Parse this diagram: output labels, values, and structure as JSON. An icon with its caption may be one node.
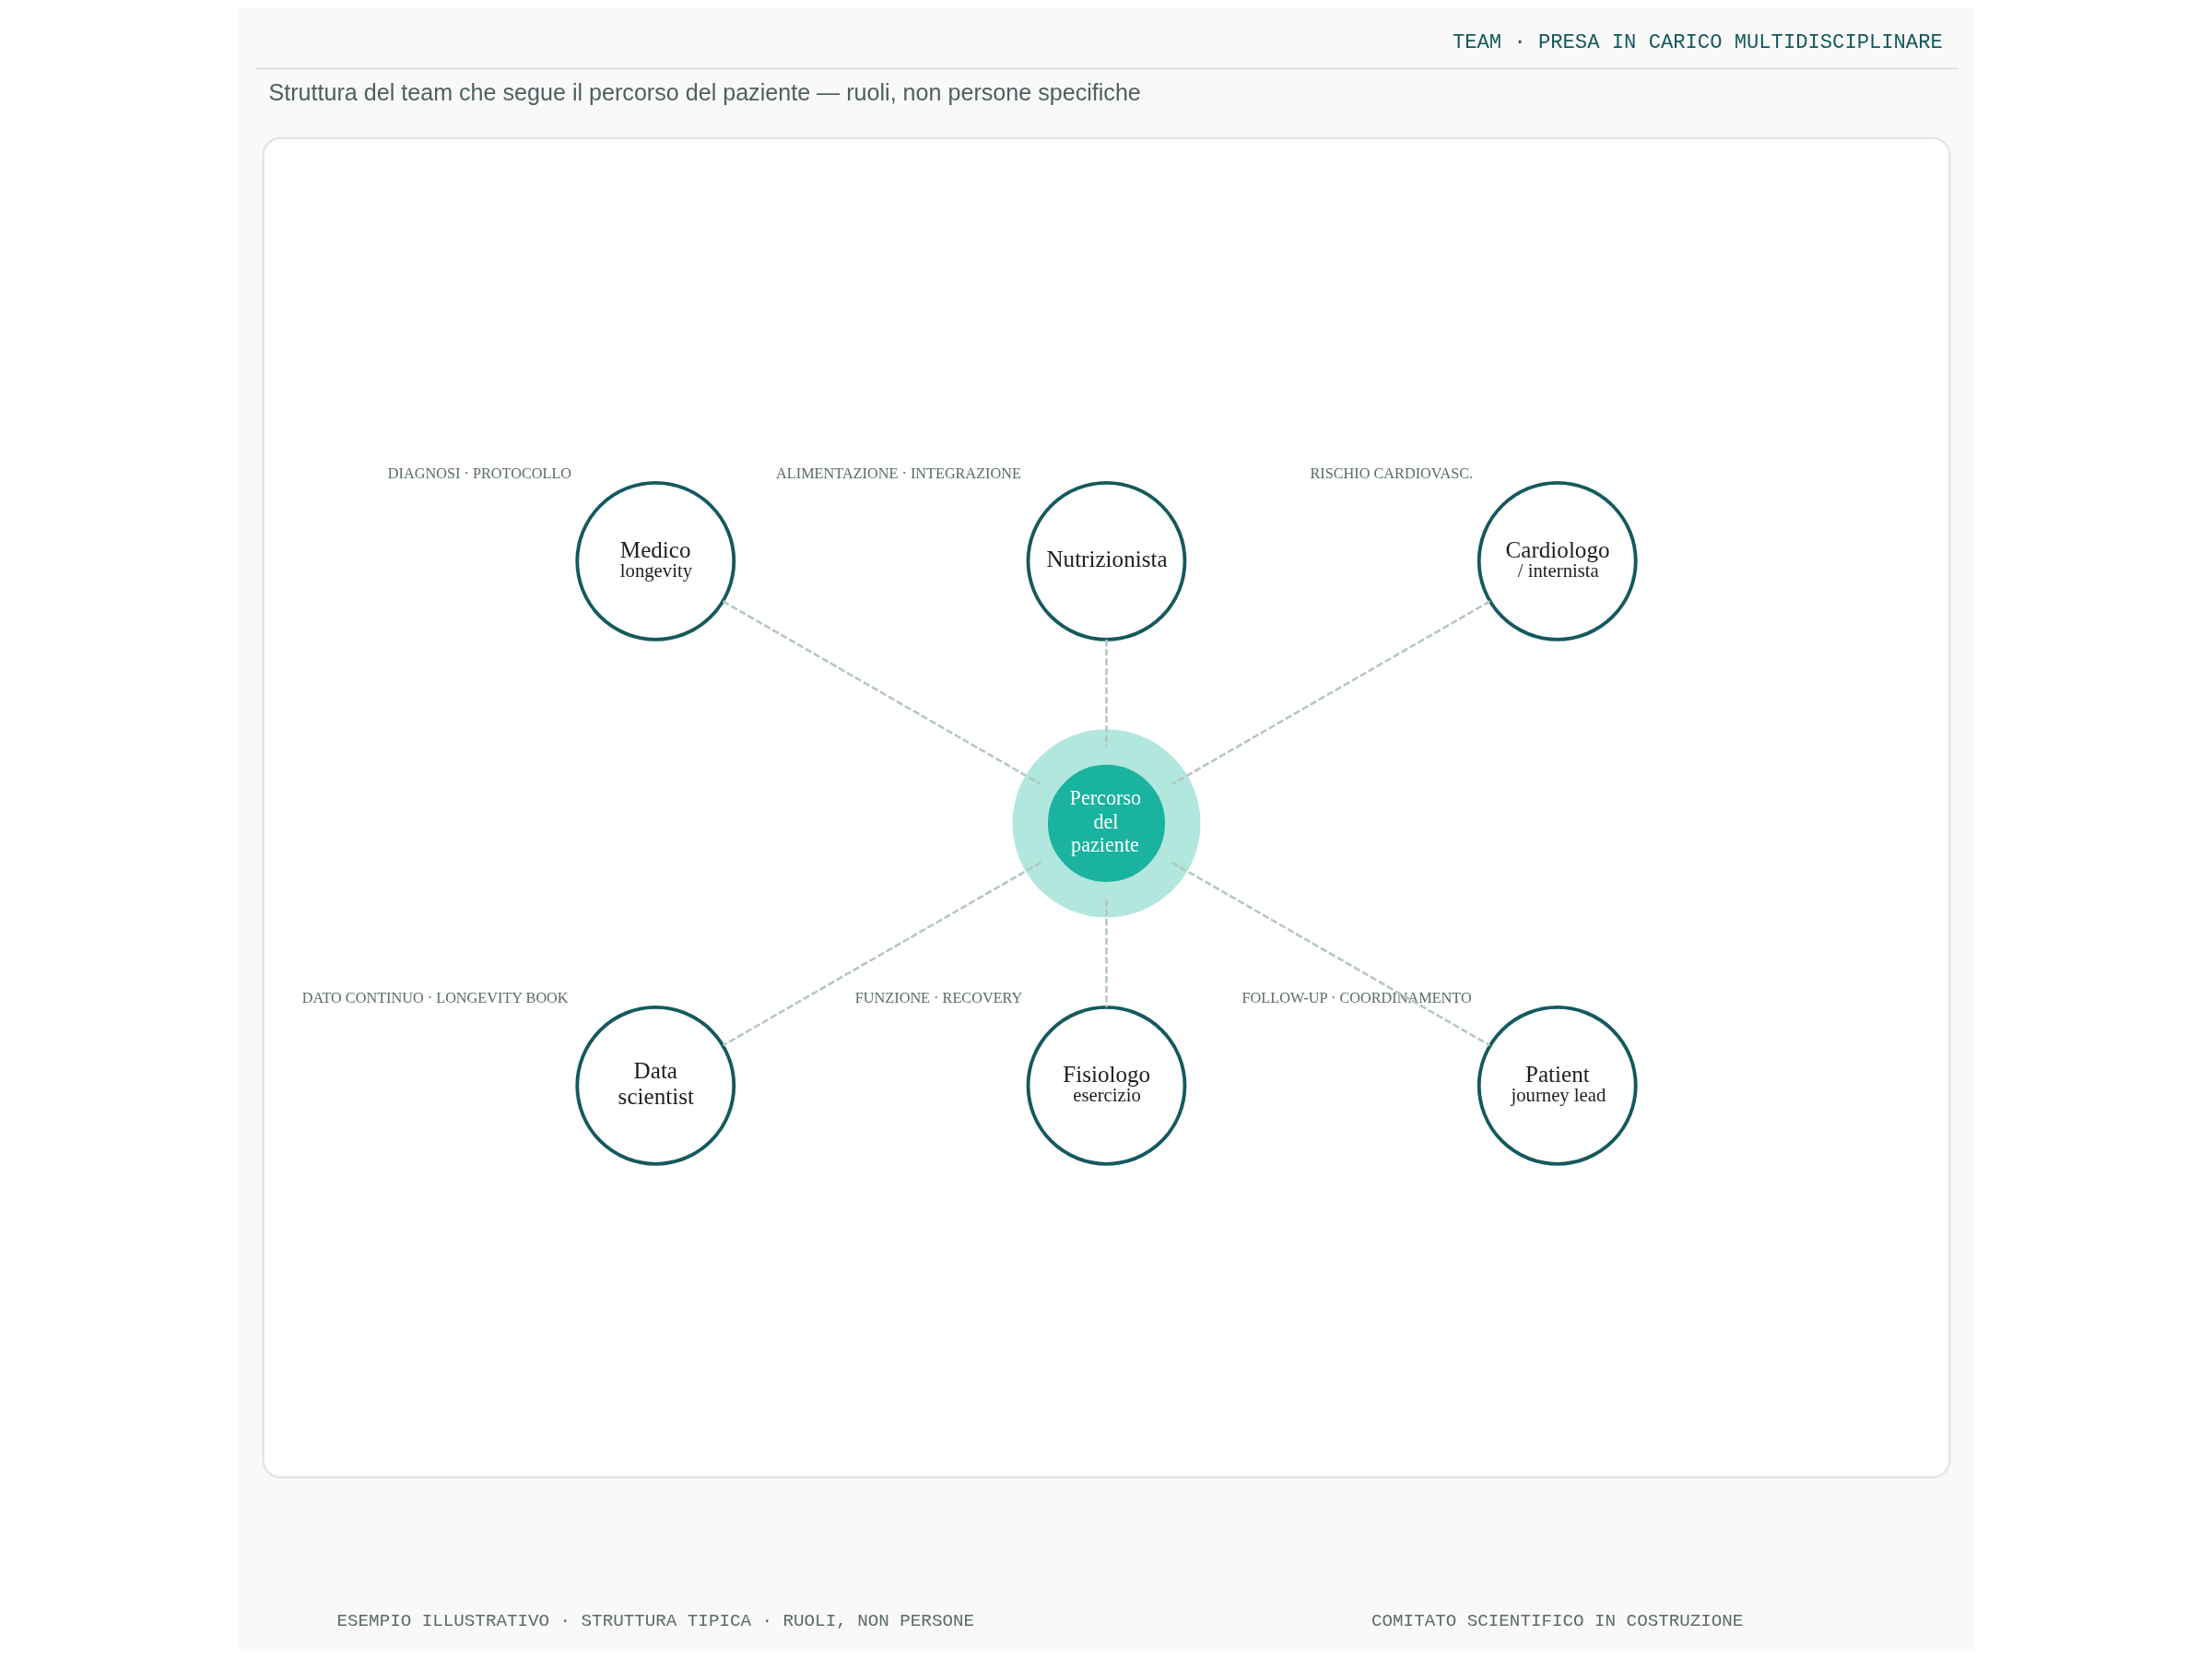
{
  "diagram": {
    "title": "TEAM · PRESA IN CARICO MULTIDISCIPLINARE",
    "caption": "Struttura del team che segue il percorso del paziente — ruoli, non persone specifiche",
    "nodes": [
      {
        "text": [],
        "shape": "box"
      },
      {
        "text": [
          "Medico",
          "longevity"
        ],
        "beside": [
          "DIAGNOSI · PROTOCOLLO"
        ],
        "in": 0
      },
      {
        "text": [
          "Nutrizionista"
        ],
        "beside": [
          "ALIMENTAZIONE · INTEGRAZIONE"
        ],
        "in": 0
      },
      {
        "text": [
          "Cardiologo",
          "/ internista"
        ],
        "beside": [
          "RISCHIO CARDIOVASC."
        ],
        "in": 0
      },
      {
        "text": [
          "Percorso del paziente"
        ],
        "in": 0
      },
      {
        "text": [
          "Data scientist"
        ],
        "beside": [
          "DATO CONTINUO · LONGEVITY BOOK"
        ],
        "in": 0
      },
      {
        "text": [
          "Fisiologo",
          "esercizio"
        ],
        "beside": [
          "FUNZIONE · RECOVERY"
        ],
        "in": 0
      },
      {
        "text": [
          "Patient",
          "journey lead"
        ],
        "beside": [
          "FOLLOW-UP · COORDINAMENTO"
        ],
        "in": 0
      }
    ],
    "edges": [
      {
        "from": 1,
        "to": 4,
        "arrow": "none",
        "style": "dashed"
      },
      {
        "from": 2,
        "to": 4,
        "arrow": "none",
        "style": "dashed"
      },
      {
        "from": 3,
        "to": 4,
        "arrow": "none",
        "style": "dashed"
      },
      {
        "from": 4,
        "to": 5,
        "arrow": "none",
        "style": "dashed"
      },
      {
        "from": 4,
        "to": 6,
        "arrow": "none",
        "style": "dashed"
      },
      {
        "from": 4,
        "to": 7,
        "arrow": "none",
        "style": "dashed"
      }
    ],
    "labels": [
      "ESEMPIO ILLUSTRATIVO · STRUTTURA TIPICA · RUOLI, NON PERSONE",
      "COMITATO SCIENTIFICO IN COSTRUZIONE"
    ]
  }
}
